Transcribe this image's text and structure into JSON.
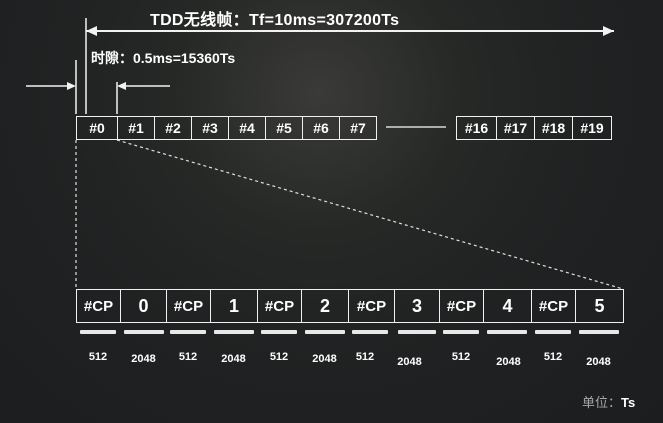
{
  "frame_label": "TDD无线帧：Tf=10ms=307200Ts",
  "slot_label": "时隙：0.5ms=15360Ts",
  "slots_left": [
    "#0",
    "#1",
    "#2",
    "#3",
    "#4",
    "#5",
    "#6",
    "#7"
  ],
  "slots_right": [
    "#16",
    "#17",
    "#18",
    "#19"
  ],
  "symbols": [
    {
      "cp": "#CP",
      "num": "0",
      "cp_len": "512",
      "sym_len": "2048"
    },
    {
      "cp": "#CP",
      "num": "1",
      "cp_len": "512",
      "sym_len": "2048"
    },
    {
      "cp": "#CP",
      "num": "2",
      "cp_len": "512",
      "sym_len": "2048"
    },
    {
      "cp": "#CP",
      "num": "3",
      "cp_len": "512",
      "sym_len": "2048"
    },
    {
      "cp": "#CP",
      "num": "4",
      "cp_len": "512",
      "sym_len": "2048"
    },
    {
      "cp": "#CP",
      "num": "5",
      "cp_len": "512",
      "sym_len": "2048"
    }
  ],
  "unit_label": "单位：",
  "unit_value": "Ts"
}
